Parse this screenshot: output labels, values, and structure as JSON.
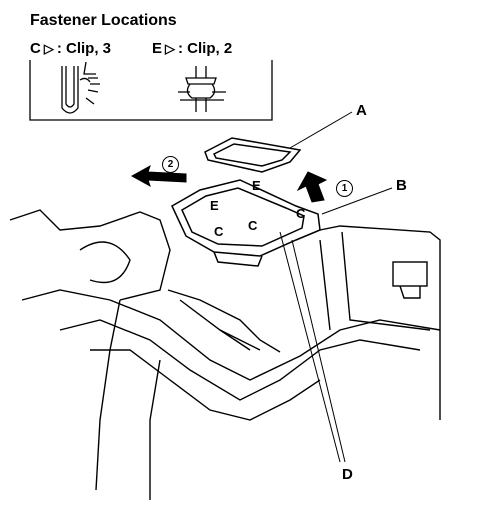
{
  "header": {
    "title": "Fastener Locations",
    "legend": [
      {
        "letter": "C",
        "label": ": Clip, 3"
      },
      {
        "letter": "E",
        "label": ": Clip, 2"
      }
    ]
  },
  "callouts": {
    "A": "A",
    "B": "B",
    "D": "D"
  },
  "clip_marks": {
    "c1": "C",
    "c2": "C",
    "c3": "C",
    "e1": "E",
    "e2": "E"
  },
  "steps": {
    "one": "1",
    "two": "2"
  },
  "icons": {
    "triangle": "▷",
    "arrow": "arrow-icon"
  }
}
